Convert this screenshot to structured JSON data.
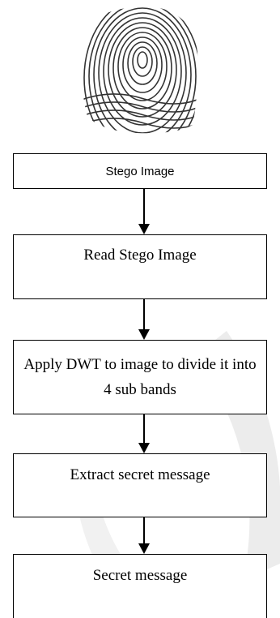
{
  "steps": [
    "Stego Image",
    "Read Stego Image",
    "Apply DWT to image to divide it into 4 sub bands",
    "Extract secret message",
    "Secret message"
  ],
  "colors": {
    "border": "#000000",
    "watermark": "#ececec"
  },
  "icons": {
    "header_image": "fingerprint-image"
  }
}
